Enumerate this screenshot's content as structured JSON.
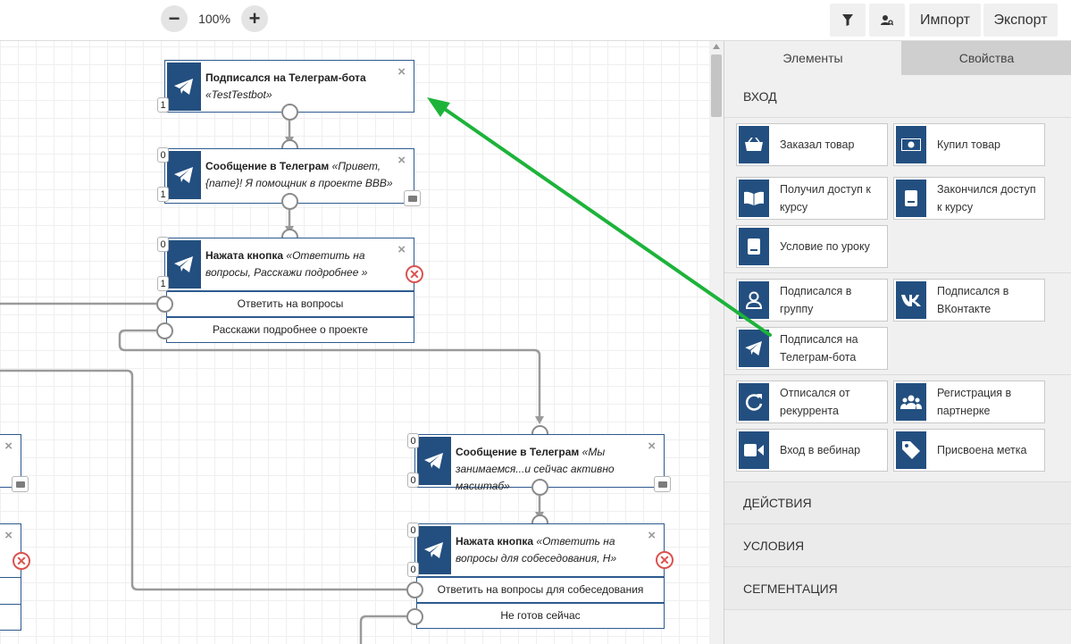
{
  "toolbar": {
    "zoom_level": "100%",
    "zoom_out_icon": "minus-icon",
    "zoom_in_icon": "plus-icon",
    "filter_icon": "filter-icon",
    "user_search_icon": "user-search-icon",
    "import_label": "Импорт",
    "export_label": "Экспорт"
  },
  "canvas": {
    "nodes": [
      {
        "title": "Подписался на Телеграм-бота",
        "detail": "«TestTestbot»",
        "badge_out": "1"
      },
      {
        "title": "Сообщение в Телеграм",
        "detail": "«Привет, {name}! Я помощник в проекте ВВВ»",
        "badge_in": "0",
        "badge_out": "1"
      },
      {
        "title": "Нажата кнопка",
        "detail": "«Ответить на вопросы, Расскажи подробнее »",
        "badge_in": "0",
        "badge_out": "1",
        "options": [
          "Ответить на вопросы",
          "Расскажи подробнее о проекте"
        ]
      },
      {
        "title": "Сообщение в Телеграм",
        "detail": "«Мы занимаемся...и сейчас активно масштаб»",
        "badge_in": "0",
        "badge_out": "0"
      },
      {
        "title": "Нажата кнопка",
        "detail": "«Ответить на вопросы для собеседования, Н»",
        "badge_in": "0",
        "badge_out": "0",
        "options": [
          "Ответить на вопросы для собеседования",
          "Не готов сейчас"
        ]
      }
    ],
    "close_glyph": "×",
    "error_glyph": "✕",
    "accent_color": "#234f80",
    "arrow_color": "#1db33a"
  },
  "panel": {
    "tabs": [
      "Элементы",
      "Свойства"
    ],
    "sections": {
      "input": "ВХОД",
      "actions": "ДЕЙСТВИЯ",
      "conditions": "УСЛОВИЯ",
      "segmentation": "СЕГМЕНТАЦИЯ"
    },
    "items": [
      {
        "label": "Заказал товар",
        "icon": "basket-icon"
      },
      {
        "label": "Купил товар",
        "icon": "money-icon"
      },
      {
        "label": "Получил доступ к курсу",
        "icon": "book-open-icon"
      },
      {
        "label": "Закончился доступ к курсу",
        "icon": "book-closed-icon"
      },
      {
        "label": "Условие по уроку",
        "icon": "lesson-icon"
      },
      {
        "label": "Подписался в группу",
        "icon": "user-icon"
      },
      {
        "label": "Подписался в ВКонтакте",
        "icon": "vk-icon"
      },
      {
        "label": "Подписался на Телеграм-бота",
        "icon": "telegram-icon"
      },
      {
        "label": "Отписался от рекуррента",
        "icon": "refresh-icon"
      },
      {
        "label": "Регистрация в партнерке",
        "icon": "users-icon"
      },
      {
        "label": "Вход в вебинар",
        "icon": "video-icon"
      },
      {
        "label": "Присвоена метка",
        "icon": "tag-icon"
      }
    ]
  }
}
